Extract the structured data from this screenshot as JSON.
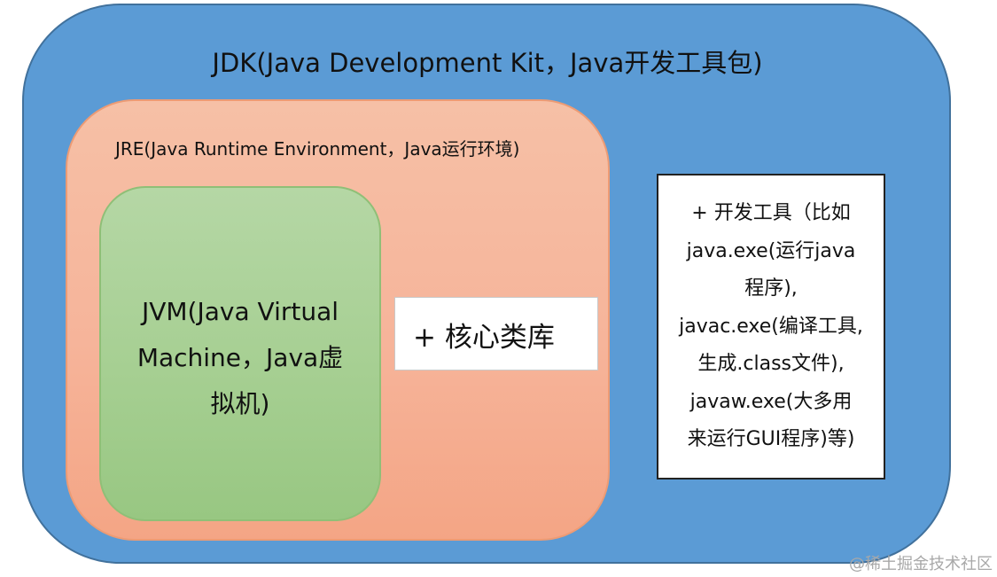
{
  "diagram": {
    "jdk": {
      "label": "JDK(Java Development Kit，Java开发工具包)"
    },
    "jre": {
      "label": "JRE(Java Runtime Environment，Java运行环境)"
    },
    "jvm": {
      "lines": [
        "JVM(Java Virtual",
        "Machine，Java虚",
        "拟机)"
      ]
    },
    "core_library": {
      "label": "+ 核心类库"
    },
    "dev_tools": {
      "lines": [
        "+ 开发工具（比如",
        "java.exe(运行java",
        "程序),",
        "javac.exe(编译工具,",
        "生成.class文件),",
        "javaw.exe(大多用",
        "来运行GUI程序)等)"
      ]
    },
    "colors": {
      "jdk_fill": "#5b9bd5",
      "jre_fill": "#f6b49a",
      "jvm_fill": "#a9d18e",
      "box_fill": "#ffffff"
    }
  },
  "watermark": {
    "text": "@稀土掘金技术社区"
  }
}
